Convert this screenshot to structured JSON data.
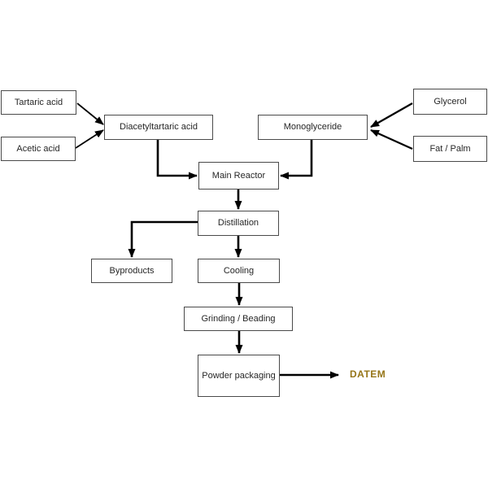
{
  "diagram": {
    "nodes": {
      "tartaric": {
        "label": "Tartaric acid"
      },
      "acetic": {
        "label": "Acetic acid"
      },
      "diacetyl": {
        "label": "Diacetyltartaric acid"
      },
      "monoglyceride": {
        "label": "Monoglyceride"
      },
      "glycerol": {
        "label": "Glycerol"
      },
      "fat_palm": {
        "label": "Fat / Palm"
      },
      "main_reactor": {
        "label": "Main Reactor"
      },
      "distillation": {
        "label": "Distillation"
      },
      "byproducts": {
        "label": "Byproducts"
      },
      "cooling": {
        "label": "Cooling"
      },
      "grinding": {
        "label": "Grinding / Beading"
      },
      "powder": {
        "label": "Powder packaging"
      },
      "datem": {
        "label": "DATEM"
      }
    },
    "edges": [
      {
        "from": "tartaric",
        "to": "diacetyl"
      },
      {
        "from": "acetic",
        "to": "diacetyl"
      },
      {
        "from": "glycerol",
        "to": "monoglyceride"
      },
      {
        "from": "fat_palm",
        "to": "monoglyceride"
      },
      {
        "from": "diacetyl",
        "to": "main_reactor"
      },
      {
        "from": "monoglyceride",
        "to": "main_reactor"
      },
      {
        "from": "main_reactor",
        "to": "distillation"
      },
      {
        "from": "distillation",
        "to": "byproducts"
      },
      {
        "from": "distillation",
        "to": "cooling"
      },
      {
        "from": "cooling",
        "to": "grinding"
      },
      {
        "from": "grinding",
        "to": "powder"
      },
      {
        "from": "powder",
        "to": "datem"
      }
    ],
    "colors": {
      "background": "#ffffff",
      "box_fill": "#ffffff",
      "box_border": "#4a4a4a",
      "box_text": "#262626",
      "arrow": "#000000",
      "datem_text": "#967518"
    }
  }
}
